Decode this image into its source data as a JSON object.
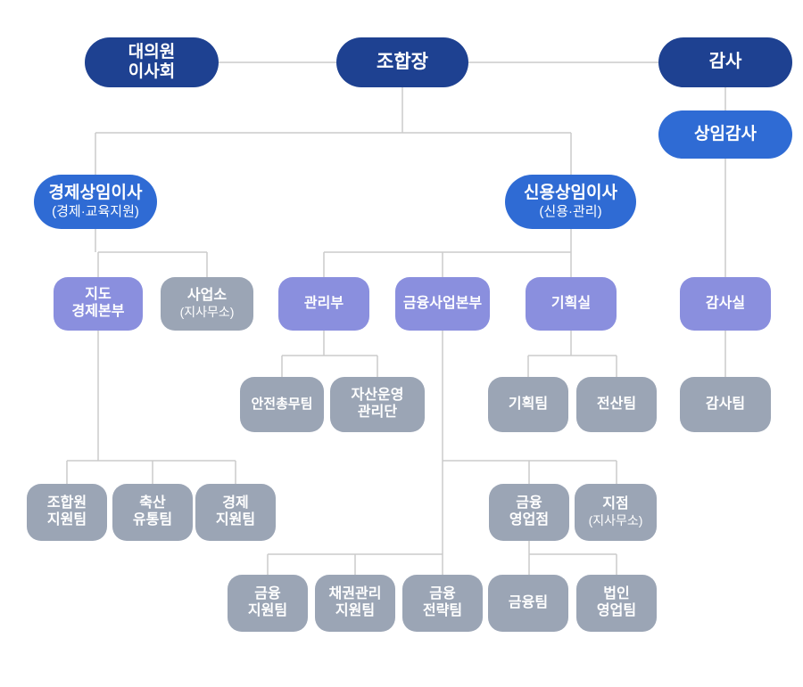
{
  "diagram": {
    "type": "org-chart",
    "background": "#ffffff",
    "colors": {
      "navy": "#1e4191",
      "blue": "#2f6bd4",
      "purple": "#8a8fde",
      "gray": "#9ba5b5",
      "text": "#ffffff",
      "line": "#cbcbcb",
      "background": "#ffffff"
    },
    "nodes": {
      "assembly": {
        "line1": "대의원",
        "line2": "이사회"
      },
      "chairman": {
        "line1": "조합장"
      },
      "auditor": {
        "line1": "감사"
      },
      "standing_auditor": {
        "line1": "상임감사"
      },
      "econ_director": {
        "line1": "경제상임이사",
        "line2": "(경제·교육지원)"
      },
      "credit_director": {
        "line1": "신용상임이사",
        "line2": "(신용·관리)"
      },
      "guidance_hq": {
        "line1": "지도",
        "line2": "경제본부"
      },
      "business_office": {
        "line1": "사업소",
        "line2": "(지사무소)"
      },
      "admin_dept": {
        "line1": "관리부"
      },
      "finance_hq": {
        "line1": "금융사업본부"
      },
      "planning_office": {
        "line1": "기획실"
      },
      "audit_office": {
        "line1": "감사실"
      },
      "safety_team": {
        "line1": "안전총무팀"
      },
      "asset_mgmt": {
        "line1": "자산운영",
        "line2": "관리단"
      },
      "planning_team": {
        "line1": "기획팀"
      },
      "it_team": {
        "line1": "전산팀"
      },
      "audit_team": {
        "line1": "감사팀"
      },
      "member_support": {
        "line1": "조합원",
        "line2": "지원팀"
      },
      "livestock_team": {
        "line1": "축산",
        "line2": "유통팀"
      },
      "econ_support": {
        "line1": "경제",
        "line2": "지원팀"
      },
      "fin_branch": {
        "line1": "금융",
        "line2": "영업점"
      },
      "branch": {
        "line1": "지점",
        "line2": "(지사무소)"
      },
      "fin_support": {
        "line1": "금융",
        "line2": "지원팀"
      },
      "bond_team": {
        "line1": "채권관리",
        "line2": "지원팀"
      },
      "fin_strategy": {
        "line1": "금융",
        "line2": "전략팀"
      },
      "fin_team": {
        "line1": "금융팀"
      },
      "corp_sales": {
        "line1": "법인",
        "line2": "영업팀"
      }
    }
  }
}
